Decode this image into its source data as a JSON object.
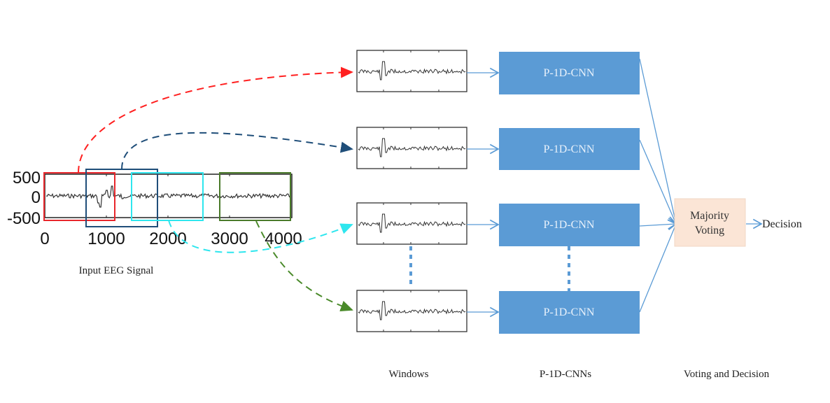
{
  "input_signal": {
    "caption": "Input EEG Signal",
    "y_ticks": [
      "500",
      "0",
      "-500"
    ],
    "x_ticks": [
      "0",
      "1000",
      "2000",
      "3000",
      "4000"
    ],
    "windows": [
      {
        "name": "window-1",
        "color": "#e8262b"
      },
      {
        "name": "window-2",
        "color": "#1f4e79"
      },
      {
        "name": "window-3",
        "color": "#2ee6ee"
      },
      {
        "name": "window-4",
        "color": "#4a7a2a"
      }
    ]
  },
  "arrow_colors": [
    "#ff2020",
    "#1f4e79",
    "#2ee6ee",
    "#4a8a2a"
  ],
  "cnn_blocks": [
    {
      "label": "P-1D-CNN"
    },
    {
      "label": "P-1D-CNN"
    },
    {
      "label": "P-1D-CNN"
    },
    {
      "label": "P-1D-CNN"
    }
  ],
  "voting": {
    "line1": "Majority",
    "line2": "Voting"
  },
  "decision_label": "Decision",
  "column_labels": {
    "windows": "Windows",
    "cnns": "P-1D-CNNs",
    "voting": "Voting and Decision"
  },
  "colors": {
    "cnn_fill": "#5b9bd5",
    "cnn_text": "#e8f1fb",
    "voting_fill": "#fbe5d6",
    "connector": "#5b9bd5",
    "signal": "#333333"
  }
}
